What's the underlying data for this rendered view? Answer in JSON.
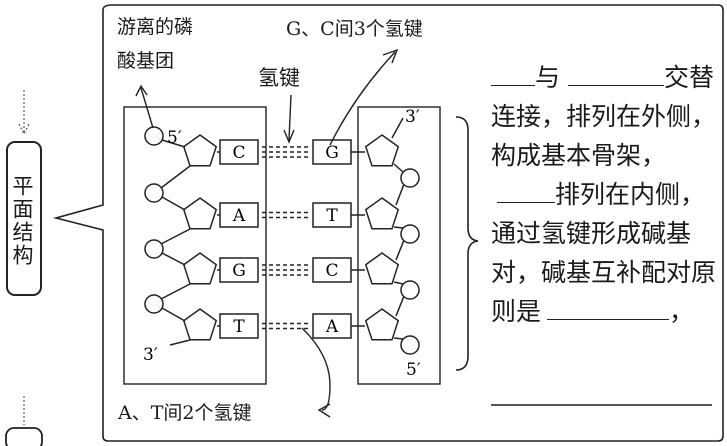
{
  "side_label": "平面结构",
  "annotations": {
    "free_phosphate": "游离的磷酸基团",
    "free_phosphate_line1": "游离的磷",
    "free_phosphate_line2": "酸基团",
    "gc_bonds": "G、C间3个氢键",
    "hydrogen_bond": "氢键",
    "at_bonds": "A、T间2个氢键",
    "left_5prime": "5′",
    "left_3prime": "3′",
    "right_3prime": "3′",
    "right_5prime": "5′"
  },
  "left_strand_bases": [
    "C",
    "A",
    "G",
    "T"
  ],
  "right_strand_bases": [
    "G",
    "T",
    "C",
    "A"
  ],
  "description": {
    "text_1": "与",
    "text_2": "交替连接，排列在外侧，构成基本骨架，",
    "text_3": "排列在内侧，通过氢键形成碱基对，碱基互补配对原则是",
    "text_4": "，"
  }
}
